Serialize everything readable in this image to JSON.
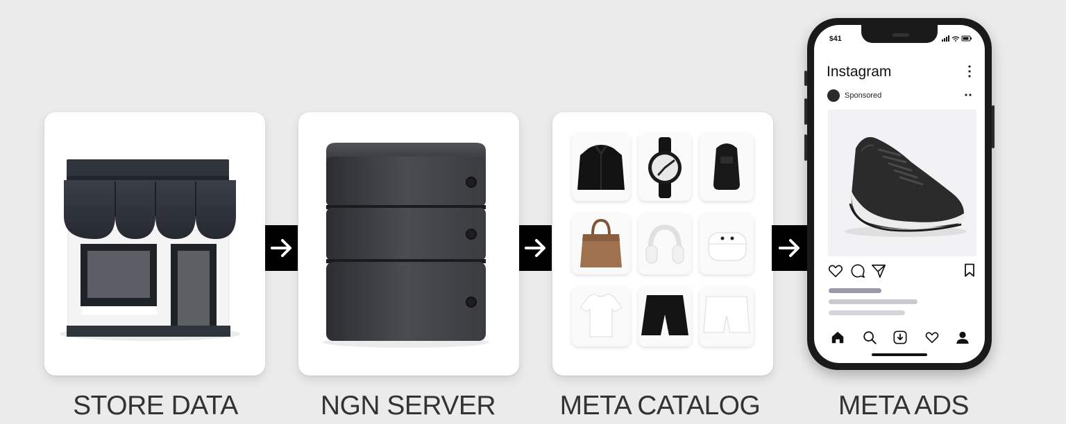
{
  "steps": [
    {
      "label": "STORE DATA",
      "icon": "storefront-icon"
    },
    {
      "label": "NGN SERVER",
      "icon": "server-stack-icon"
    },
    {
      "label": "META CATALOG",
      "icon": "product-grid-icon"
    },
    {
      "label": "META ADS",
      "icon": "phone-ad-icon"
    }
  ],
  "connector_icon": "arrow-right-icon",
  "catalog_items": [
    "jacket-icon",
    "watch-icon",
    "backpack-icon",
    "handbag-icon",
    "headphones-icon",
    "earbuds-case-icon",
    "tshirt-icon",
    "dark-shorts-icon",
    "white-shorts-icon"
  ],
  "phone": {
    "status_time": "41",
    "app_title": "Instagram",
    "post_label": "Sponsored",
    "post_image": "sneaker-icon",
    "actions": [
      "heart-icon",
      "comment-icon",
      "send-icon",
      "bookmark-icon"
    ],
    "tabs": [
      "home-icon",
      "search-icon",
      "reels-icon",
      "activity-heart-icon",
      "profile-icon"
    ]
  },
  "colors": {
    "background": "#ebebeb",
    "card": "#ffffff",
    "connector": "#000000",
    "icon_dark": "#2e3138",
    "label": "#333333",
    "bag_brown": "#a0714f"
  }
}
